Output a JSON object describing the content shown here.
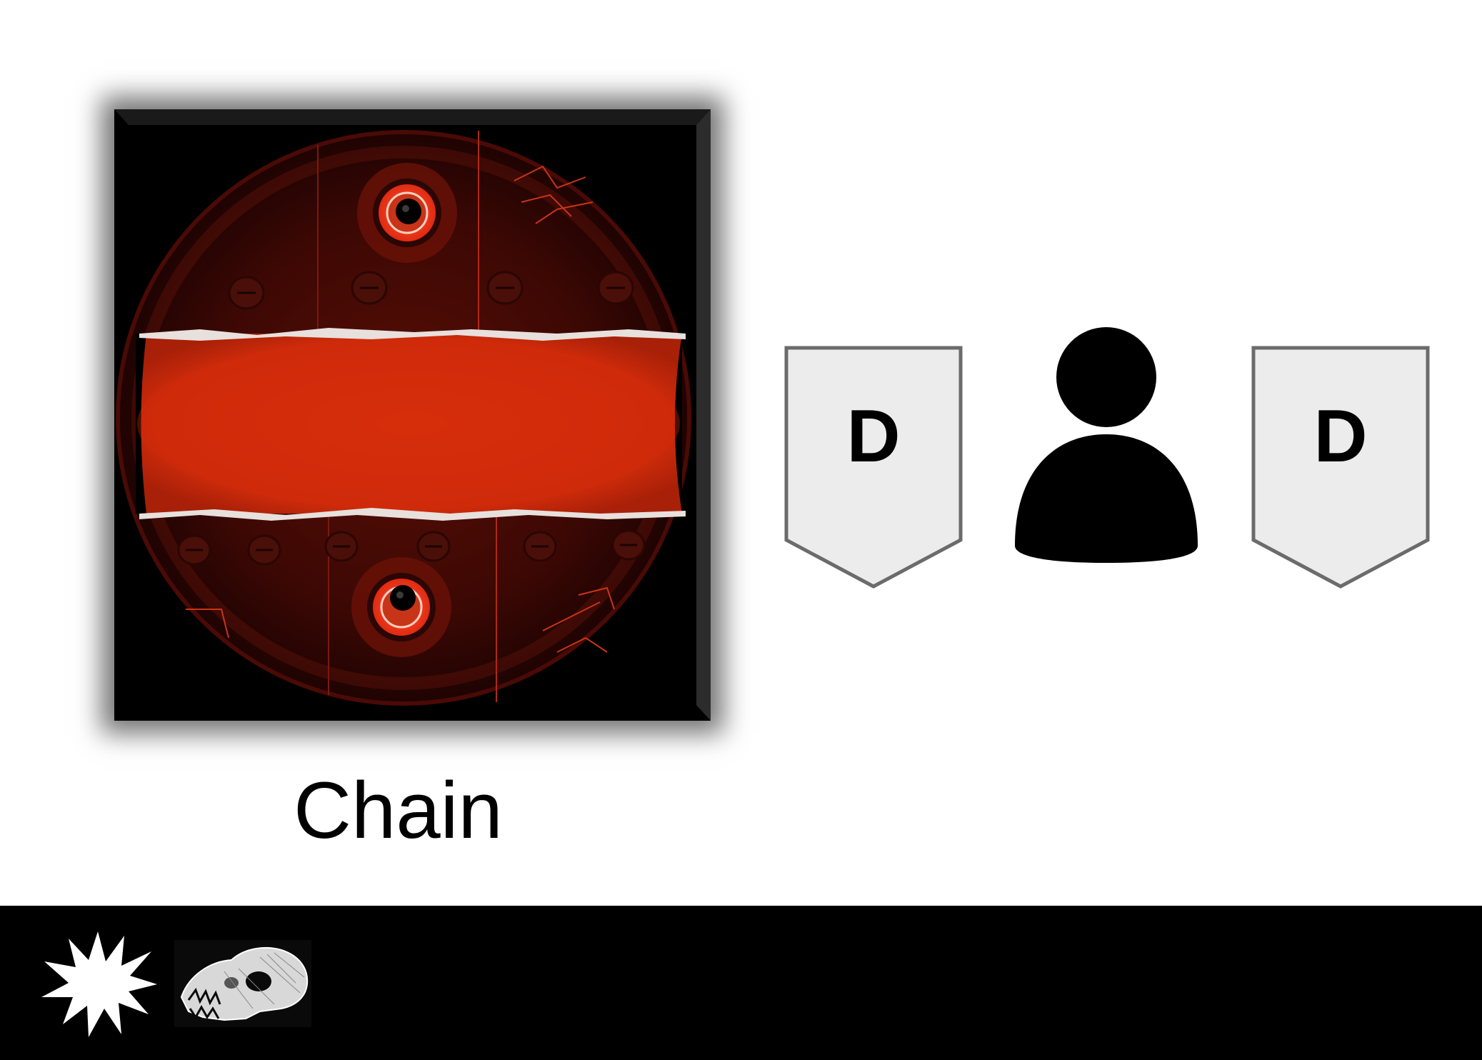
{
  "tile": {
    "name": "Chain",
    "icon": "chain-lock-tile-art",
    "colors": {
      "band": "#d42a0c",
      "rim": "#6a1208",
      "dark": "#2a0604",
      "background": "#000000"
    }
  },
  "shields": [
    {
      "letter": "D",
      "icon": "shield-d-icon"
    },
    {
      "letter": "D",
      "icon": "shield-d-icon"
    }
  ],
  "player_icon": "person-icon",
  "footer": {
    "icons": [
      "burst-icon",
      "skull-icon"
    ]
  },
  "colors": {
    "shield_fill": "#ececec",
    "shield_stroke": "#6b6b6b",
    "footer_bg": "#000000"
  }
}
